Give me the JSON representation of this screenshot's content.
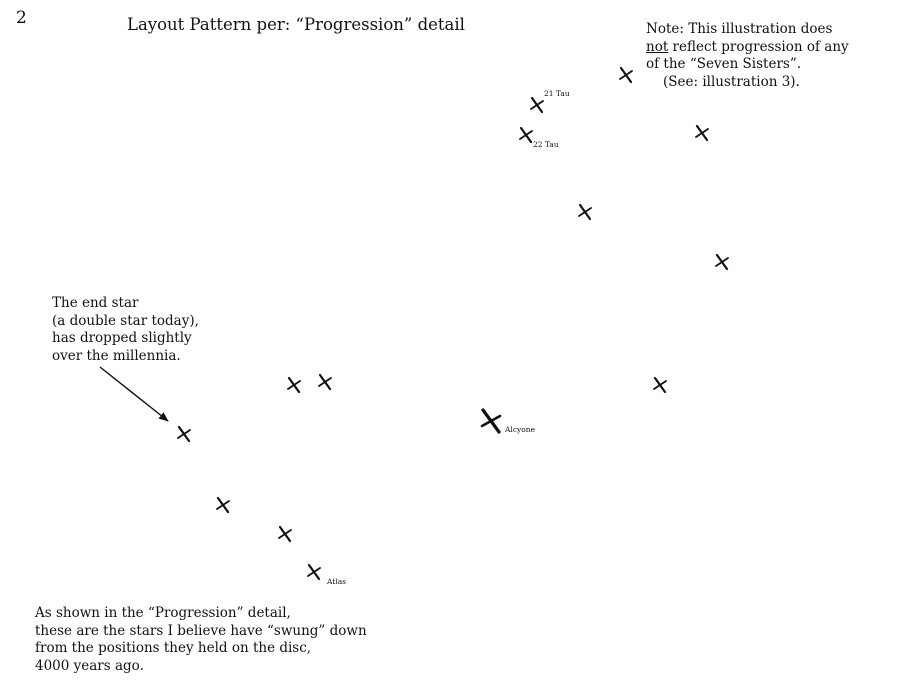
{
  "page": {
    "number": "2",
    "title": "Layout Pattern per: “Progression” detail"
  },
  "note": {
    "line1": "Note: This illustration does",
    "line2_underlined": "not",
    "line2_rest": " reflect progression of any",
    "line3": "of the “Seven Sisters”.",
    "line4": "(See: illustration 3)."
  },
  "callout": {
    "lines": [
      "The end star",
      "(a double star today),",
      "has dropped slightly",
      "over the millennia."
    ]
  },
  "footer": {
    "lines": [
      "As shown in the “Progression” detail,",
      "these are the stars I believe have “swung” down",
      "from the positions they held on the disc,",
      "4000 years ago."
    ]
  },
  "star_labels": {
    "tau21": "21 Tau",
    "tau22": "22 Tau",
    "alcyone": "Alcyone",
    "atlas": "Atlas"
  },
  "colors": {
    "ink": "#111111",
    "background": "#ffffff"
  },
  "icons": {
    "star_marker": "cross-star-icon",
    "pointer": "arrow-icon"
  }
}
